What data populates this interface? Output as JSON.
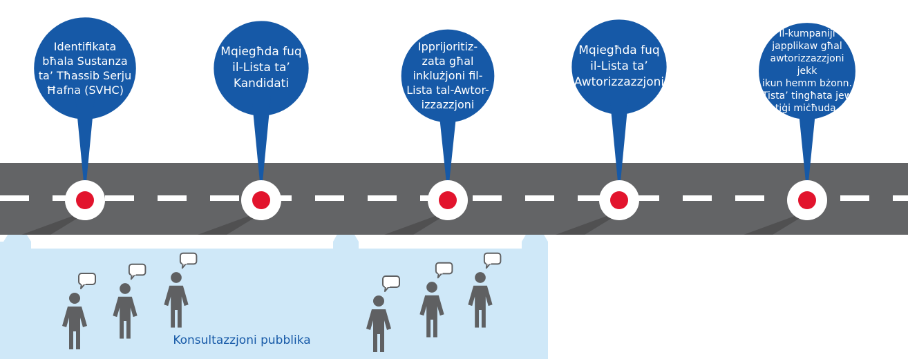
{
  "colors": {
    "bubble": "#1659a7",
    "road": "#636466",
    "stripe": "#ffffff",
    "marker_center": "#e2142d",
    "consultation_fill": "#cfe8f8",
    "consultation_text": "#1659a7",
    "person": "#5f6062"
  },
  "milestones": [
    {
      "id": "svhc",
      "text": "Identifikata\nbħala Sustanza\nta’ Tħassib Serju\nĦafna (SVHC)"
    },
    {
      "id": "candidate",
      "text": "Mqiegħda fuq\nil-Lista ta’\nKandidati"
    },
    {
      "id": "prioritised",
      "text": "Ipprijoritiz-\nzata għal\ninklużjoni fil-\nLista tal-Awtor-\nizzazzjoni"
    },
    {
      "id": "authorisation",
      "text": "Mqiegħda fuq\nil-Lista ta’\nAwtorizzazzjoni"
    },
    {
      "id": "companies",
      "text": "Il-kumpaniji\njapplikaw għal\nawtorizzazzjoni jekk\nikun hemm bżonn.\nTista’ tingħata jew\ntiġi miċħuda."
    }
  ],
  "consultation": {
    "label": "Konsultazzjoni pubblika",
    "people_icon": "person-with-speech-bubble-icon"
  }
}
